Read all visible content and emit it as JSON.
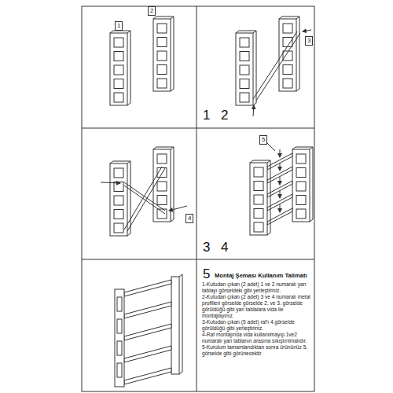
{
  "diagram": {
    "title": "Montaj Şeması Kullanım Talimatı",
    "labels": [
      "1",
      "2",
      "3",
      "1",
      "2",
      "4",
      "3",
      "4",
      "5",
      "5",
      "1-Kutudan çıkan (2 adet) 1 ve 2 numaralı yan tablayı görseldeki gibi yerleştiriniz.",
      "2-Kutudan çıkan (2 adet) 3 ve 4 numaralı metal profilleri görselde görselde 2. ve 3. görselde görüldüğü gibi yan tablalara vida ile montajlayınız.",
      "3-Kutudan çıkan (5 adet) raf'ı 4.görselde görüldüğü gibi yerleştiriniz.",
      "4-Raf montajında vida kullanılmayıp 1ve2 numaralı yan tablanın arasına sıkıştırılmalıdır.",
      "5-Kurulum tamamlandıktan sonra ürününüz 5. görselde gibi görünecektir."
    ]
  }
}
